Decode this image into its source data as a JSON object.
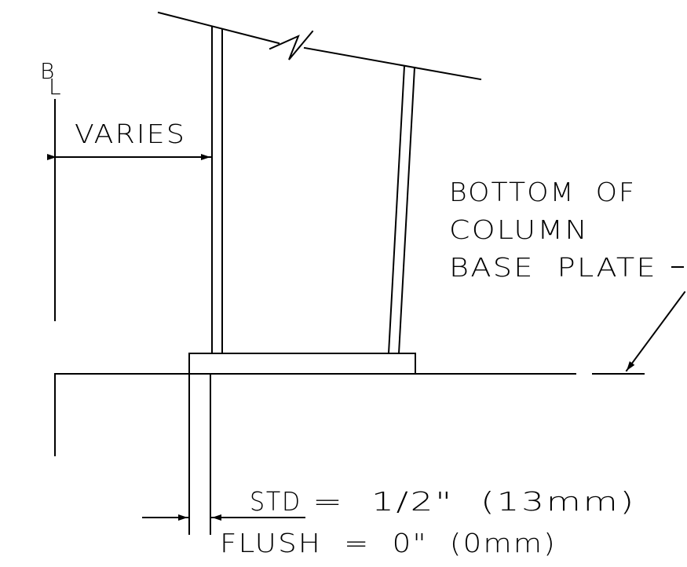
{
  "centerline_symbol": {
    "top": "B",
    "bottom": "L"
  },
  "dimension_label": "VARIES",
  "callout": {
    "line1": "BOTTOM  OF",
    "line2": "COLUMN",
    "line3": "BASE  PLATE"
  },
  "offset_note": {
    "std": "STD",
    "std_value": "=  1/2\"  (13mm)",
    "flush": "FLUSH  =  0\"  (0mm)"
  }
}
